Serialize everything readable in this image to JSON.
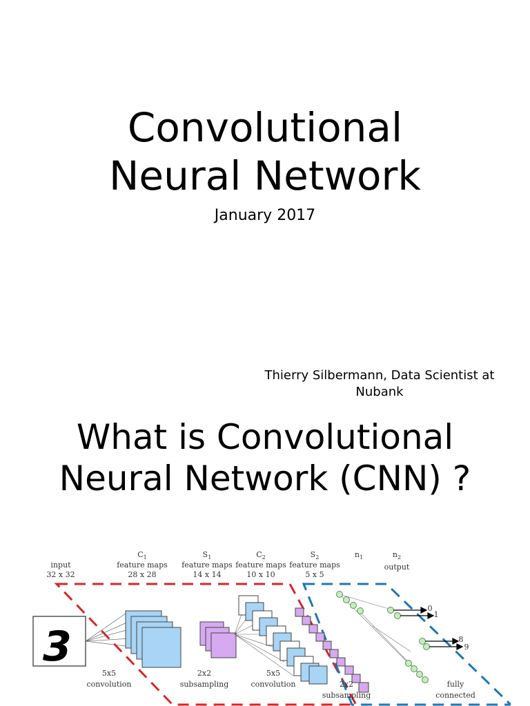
{
  "slide1": {
    "title": "Convolutional\nNeural Network",
    "subtitle": "January 2017",
    "author": "Thierry Silbermann, Data Scientist at Nubank"
  },
  "slide2": {
    "title": "What is Convolutional\nNeural Network (CNN) ?",
    "diagram": {
      "input_digit": "3",
      "layers": [
        {
          "name": "input",
          "size": "32 x 32"
        },
        {
          "name": "C",
          "sub": "1",
          "desc": "feature maps",
          "size": "28 x 28"
        },
        {
          "name": "S",
          "sub": "1",
          "desc": "feature maps",
          "size": "14 x 14"
        },
        {
          "name": "C",
          "sub": "2",
          "desc": "feature maps",
          "size": "10 x 10"
        },
        {
          "name": "S",
          "sub": "2",
          "desc": "feature maps",
          "size": "5 x 5"
        },
        {
          "name": "n",
          "sub": "1"
        },
        {
          "name": "n",
          "sub": "2",
          "desc": "output"
        }
      ],
      "operations": [
        {
          "kernel": "5x5",
          "name": "convolution"
        },
        {
          "kernel": "2x2",
          "name": "subsampling"
        },
        {
          "kernel": "5x5",
          "name": "convolution"
        },
        {
          "kernel": "2x2",
          "name": "subsampling"
        },
        {
          "kernel": "fully",
          "name": "connected"
        }
      ],
      "output_labels": [
        "0",
        "1",
        "8",
        "9"
      ],
      "colors": {
        "feature_extraction_border": "#d62728",
        "classification_border": "#1f77b4",
        "conv_map": "#a8d4f5",
        "subsample_map": "#d6a9f0",
        "neuron": "#c8ecc0"
      }
    }
  }
}
